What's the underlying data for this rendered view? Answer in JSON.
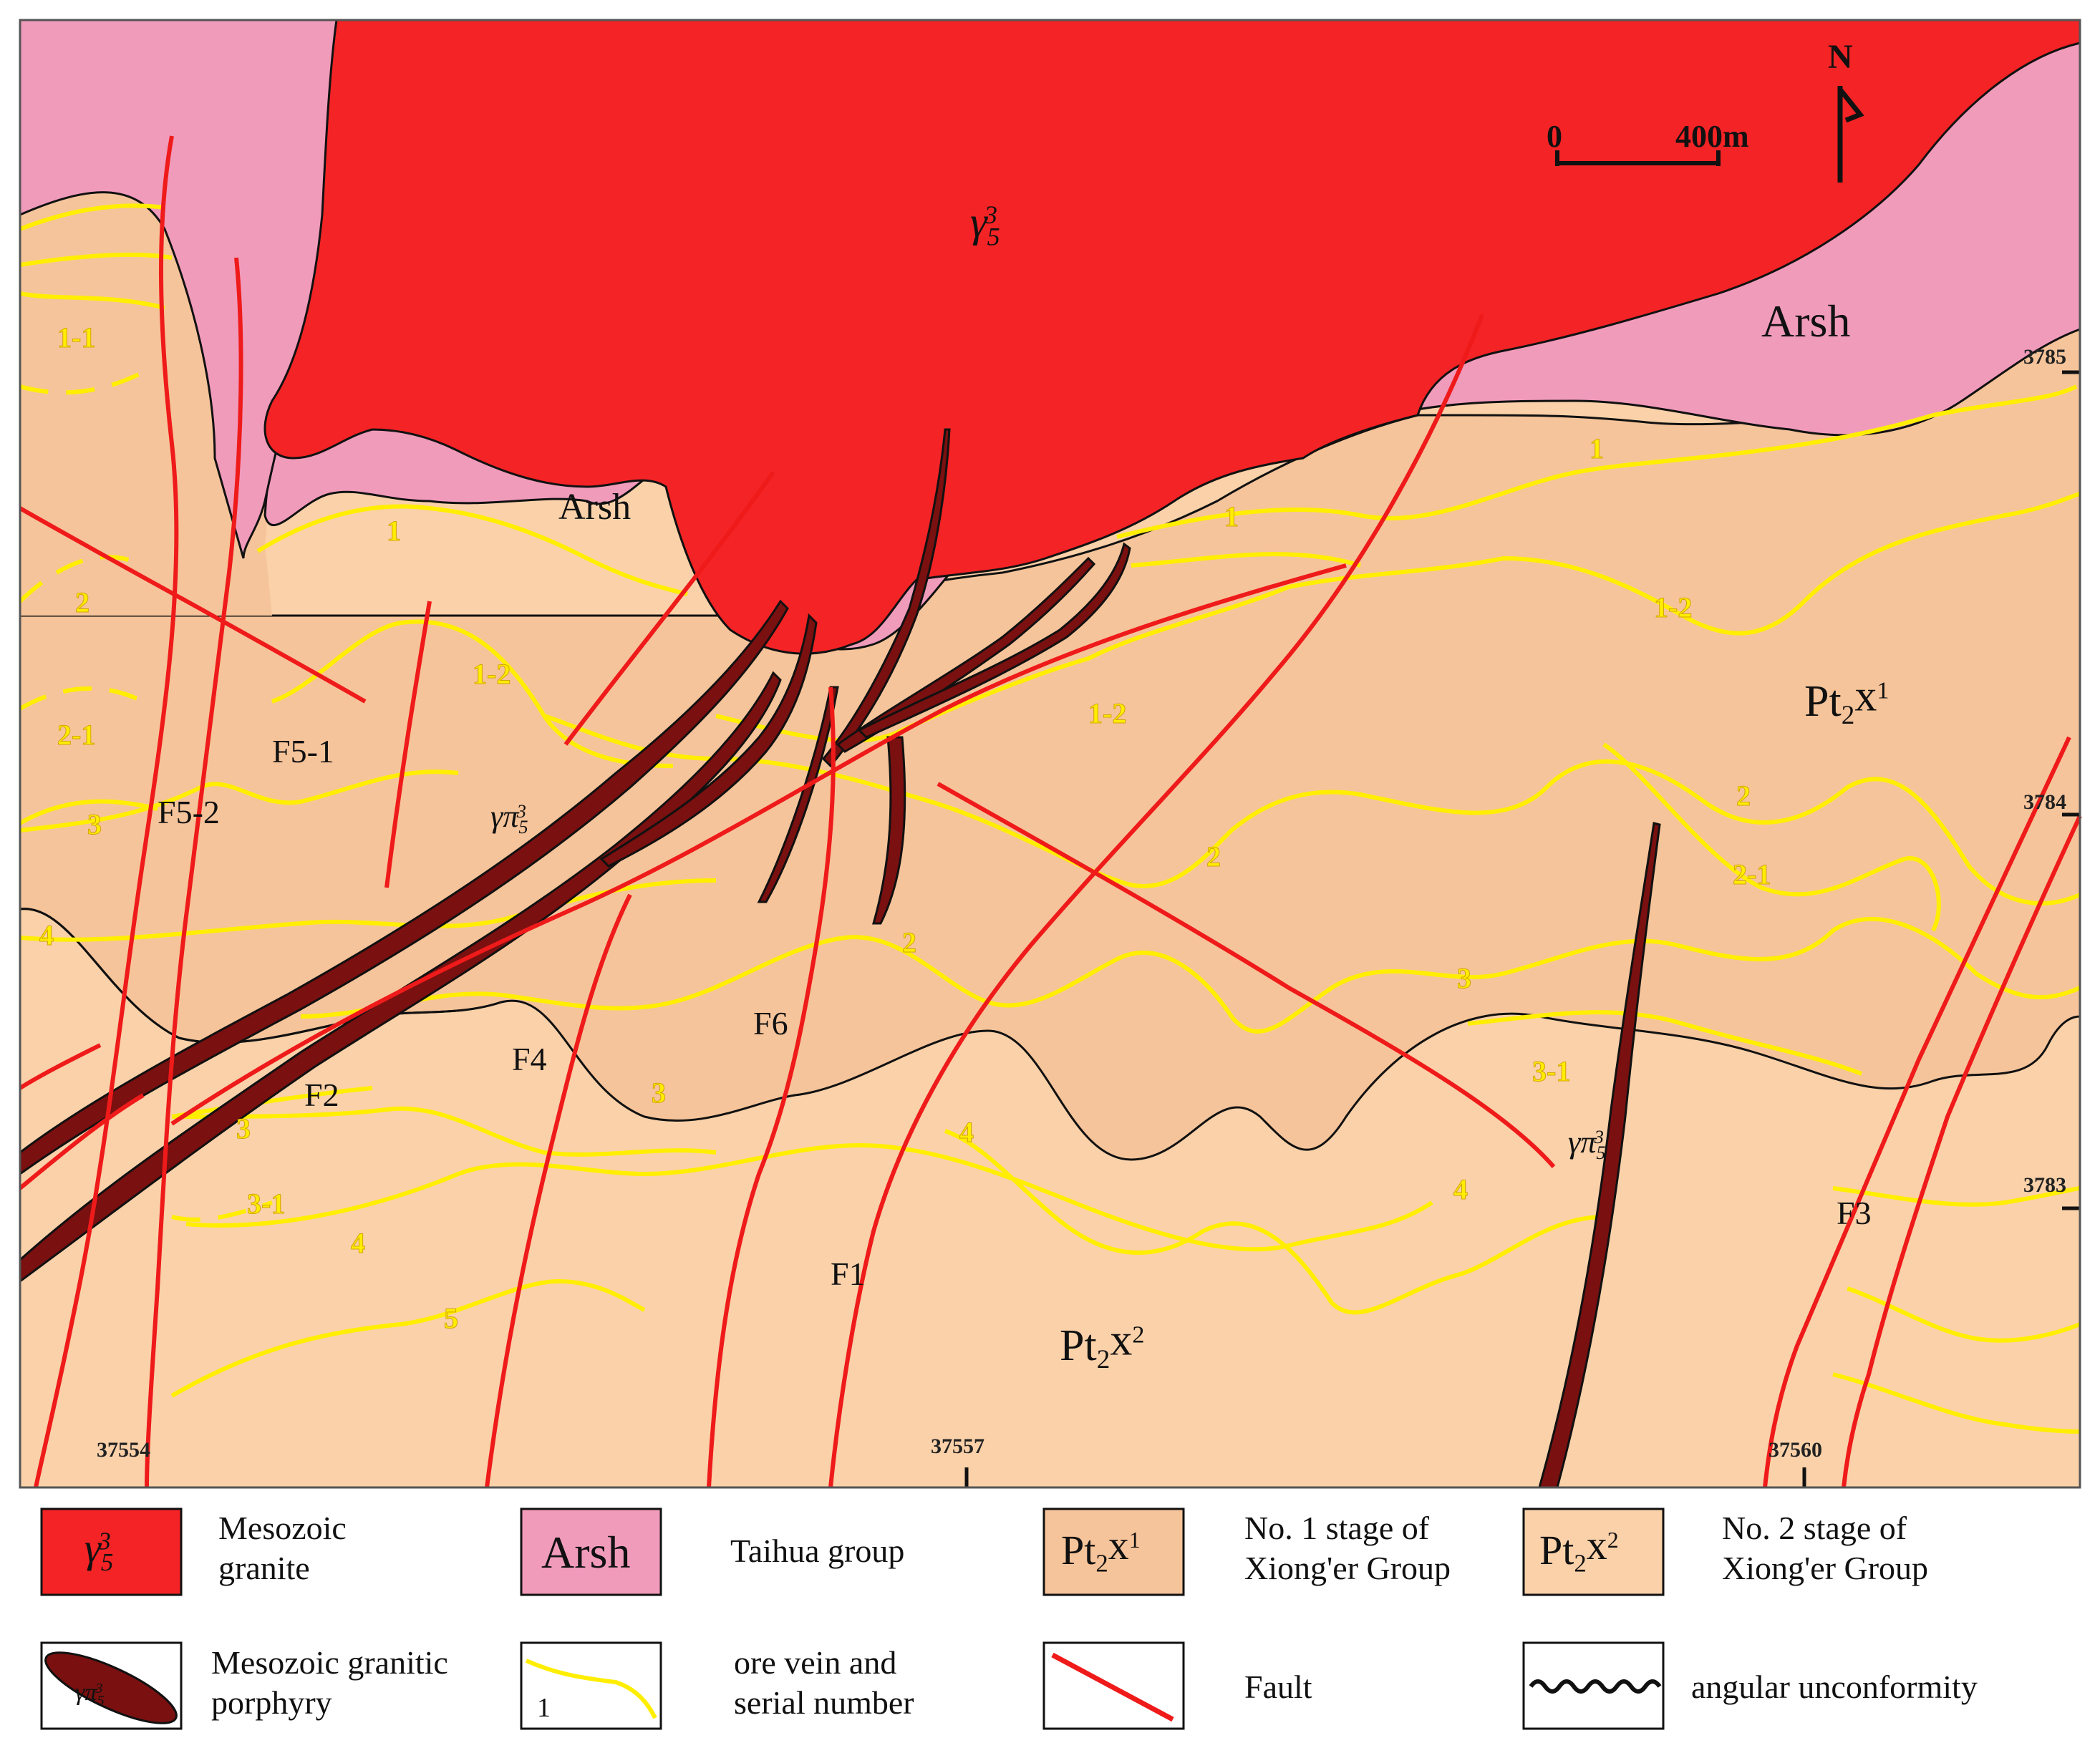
{
  "map": {
    "colors": {
      "granite": "#f42325",
      "taihua": "#f19bbb",
      "xiong1": "#f6c49a",
      "xiong2": "#fad1a9",
      "porphyry": "#7a1010",
      "fault": "#ef1a1a",
      "vein": "#ffee00"
    },
    "unit_labels": {
      "granite": "γ53",
      "taihua_1": "Arsh",
      "taihua_2": "Arsh",
      "xiong1": "Pt2x1",
      "xiong2": "Pt2x2",
      "porphyry_1": "γπ53",
      "porphyry_2": "γπ53"
    },
    "fault_labels": [
      "F1",
      "F2",
      "F3",
      "F4",
      "F5-1",
      "F5-2",
      "F6"
    ],
    "vein_labels": [
      "1-1",
      "1",
      "1",
      "1",
      "1-2",
      "1-2",
      "1-2",
      "2",
      "2",
      "2",
      "2",
      "2-1",
      "2-1",
      "3",
      "3",
      "3",
      "3",
      "3-1",
      "3-1",
      "4",
      "4",
      "4",
      "4",
      "5"
    ],
    "scale": {
      "zero": "0",
      "end": "400m"
    },
    "north": "N",
    "coordinates": {
      "x": [
        "37554",
        "37557",
        "37560"
      ],
      "y": [
        "3785",
        "3784",
        "3783"
      ]
    }
  },
  "legend": [
    {
      "symbol": "γ53",
      "text": "Mesozoic granite"
    },
    {
      "symbol": "Arsh",
      "text": "Taihua group"
    },
    {
      "symbol": "Pt2x1",
      "text": "No. 1 stage of Xiong'er Group"
    },
    {
      "symbol": "Pt2x2",
      "text": "No. 2 stage of Xiong'er Group"
    },
    {
      "symbol": "γπ53",
      "text": "Mesozoic granitic porphyry"
    },
    {
      "symbol": "1",
      "text": "ore vein and serial number"
    },
    {
      "symbol": "",
      "text": "Fault"
    },
    {
      "symbol": "",
      "text": "angular unconformity"
    }
  ]
}
